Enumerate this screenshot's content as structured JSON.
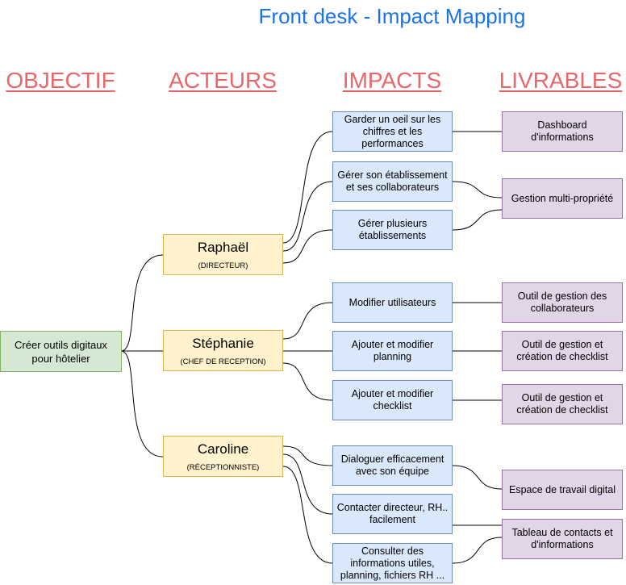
{
  "title": "Front desk - Impact Mapping",
  "columns": {
    "objectif": "OBJECTIF",
    "acteurs": "ACTEURS",
    "impacts": "IMPACTS",
    "livrables": "LIVRABLES"
  },
  "goal": {
    "label": "Créer outils digitaux pour hôtelier"
  },
  "actors": [
    {
      "name": "Raphaël",
      "role": "(DIRECTEUR)"
    },
    {
      "name": "Stéphanie",
      "role": "(CHEF DE RECEPTION)"
    },
    {
      "name": "Caroline",
      "role": "(RÉCEPTIONNISTE)"
    }
  ],
  "impacts": [
    {
      "label": "Garder un oeil sur les chiffres et les performances"
    },
    {
      "label": "Gérer son établissement et ses collaborateurs"
    },
    {
      "label": "Gérer plusieurs établissements"
    },
    {
      "label": "Modifier utilisateurs"
    },
    {
      "label": "Ajouter et modifier planning"
    },
    {
      "label": "Ajouter et modifier checklist"
    },
    {
      "label": "Dialoguer efficacement avec son équipe"
    },
    {
      "label": "Contacter directeur, RH.. facilement"
    },
    {
      "label": "Consulter des informations utiles, planning, fichiers RH ..."
    }
  ],
  "deliverables": [
    {
      "label": "Dashboard d'informations"
    },
    {
      "label": "Gestion multi-propriété"
    },
    {
      "label": "Outil de gestion des collaborateurs"
    },
    {
      "label": "Outil de gestion et création de checklist"
    },
    {
      "label": "Outil de gestion et création de checklist"
    },
    {
      "label": "Espace de travail digital"
    },
    {
      "label": "Tableau de contacts et d'informations"
    }
  ]
}
